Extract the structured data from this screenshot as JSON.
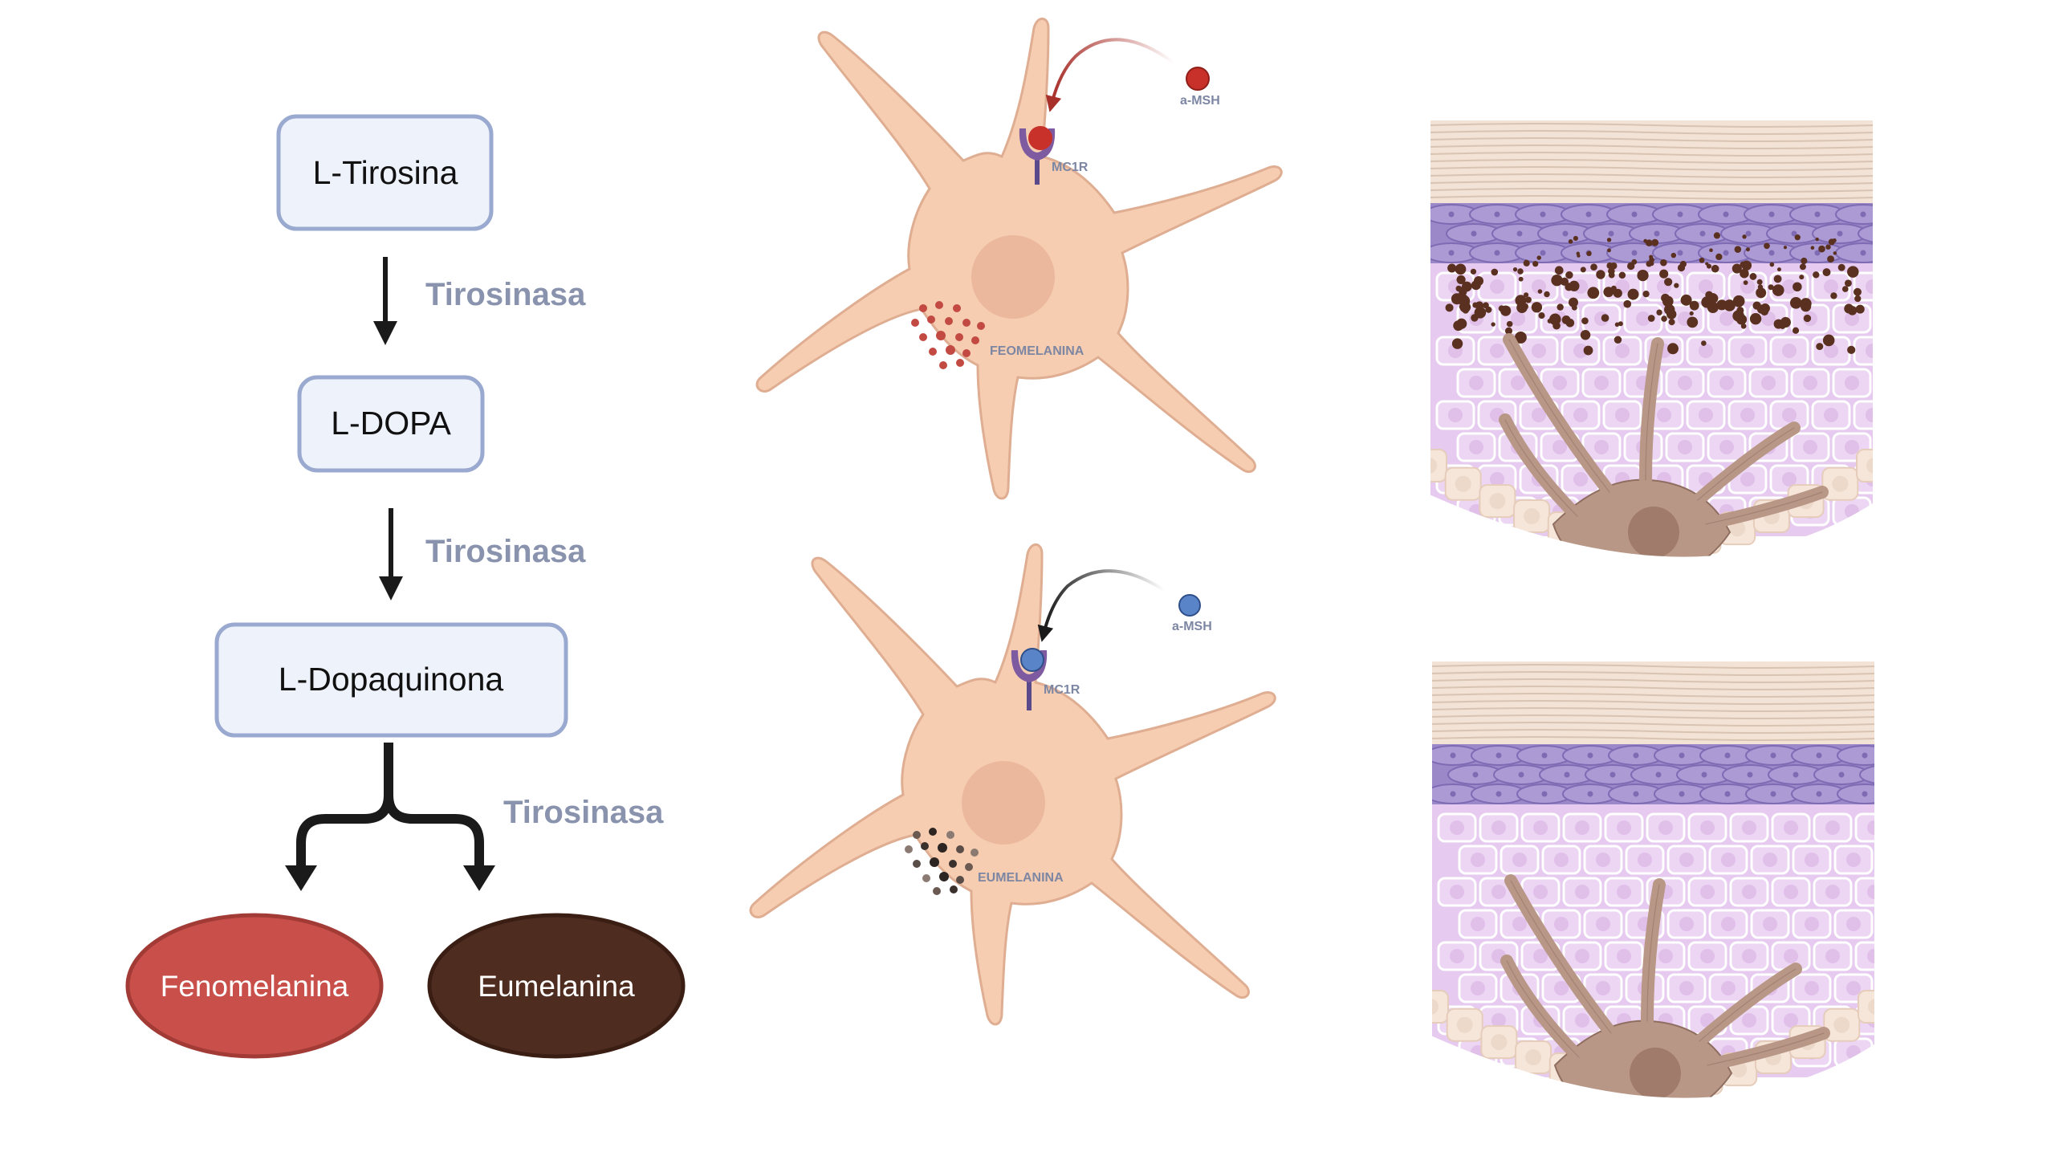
{
  "pathway": {
    "step1": "L-Tirosina",
    "step2": "L-DOPA",
    "step3": "L-Dopaquinona",
    "enzyme1": "Tirosinasa",
    "enzyme2": "Tirosinasa",
    "enzyme3": "Tirosinasa",
    "product_left": "Fenomelanina",
    "product_right": "Eumelanina"
  },
  "cells": {
    "top": {
      "ligand": "a-MSH",
      "receptor": "MC1R",
      "pigment": "FEOMELANINA"
    },
    "bottom": {
      "ligand": "a-MSH",
      "receptor": "MC1R",
      "pigment": "EUMELANINA"
    }
  },
  "colors": {
    "box_fill": "#eef2fb",
    "box_stroke": "#9aa9cf",
    "enzyme_text": "#8a93ad",
    "fenomelanina": "#c9504a",
    "eumelanina": "#4e2c1f",
    "cell_fill": "#f6cdb0",
    "nucleus": "#ebb89e",
    "receptor": "#7e5aa0",
    "ligand_red": "#c8312a",
    "ligand_blue": "#5a84c8",
    "stratum_corneum": "#f2e3d6",
    "granular_layer": "#9a88c8",
    "spinous_layer": "#e6caef",
    "basal_layer": "#f6e6da",
    "skin_melanocyte": "#b99787",
    "melanin_granule": "#5a3120"
  }
}
